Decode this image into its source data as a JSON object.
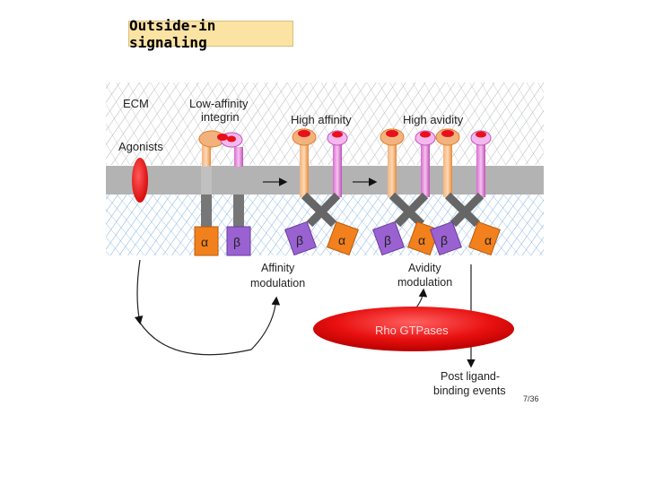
{
  "title": "Outside-in signaling",
  "labels": {
    "ecm": "ECM",
    "low_affinity": [
      "Low-affinity",
      "integrin"
    ],
    "high_affinity": "High affinity",
    "high_avidity": "High avidity",
    "agonists": "Agonists",
    "affinity_modulation": [
      "Affinity",
      "modulation"
    ],
    "avidity_modulation": [
      "Avidity",
      "modulation"
    ],
    "rho": "Rho GTPases",
    "post_ligand": [
      "Post ligand-",
      "binding events"
    ],
    "slide_number": "7/36"
  },
  "subunits": {
    "alpha": "α",
    "beta": "β"
  },
  "colors": {
    "membrane": "#b3b3b3",
    "alpha_orange": "#f2801c",
    "beta_purple": "#9a62d0",
    "stalk_pink": "#e26fd6",
    "stalk_orange": "#f0a25a",
    "ligand_red": "#e8101a",
    "hatch_gray": "#9aa0a6",
    "hatch_blue": "#5b9ad8"
  }
}
